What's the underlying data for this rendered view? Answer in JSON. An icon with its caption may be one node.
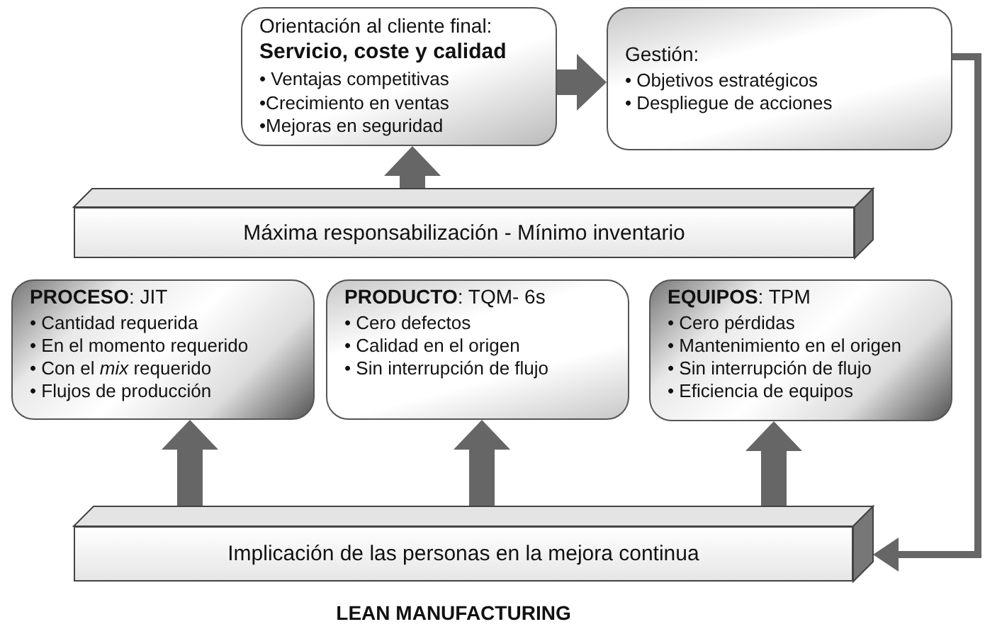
{
  "diagram": {
    "caption": "LEAN MANUFACTURING",
    "nodes": [
      {
        "text": [
          "Orientación al cliente final:",
          "Servicio, coste y calidad",
          "• Ventajas competitivas",
          "•Crecimiento en ventas",
          "•Mejoras en seguridad"
        ]
      },
      {
        "text": [
          "Gestión:",
          "• Objetivos estratégicos",
          "• Despliegue de acciones"
        ]
      },
      {
        "text": [
          "Máxima responsabilización - Mínimo inventario"
        ]
      },
      {
        "text": [
          "**PROCESO**: JIT",
          "• Cantidad requerida",
          "• En el momento requerido",
          "• Con el *mix* requerido",
          "• Flujos de producción"
        ]
      },
      {
        "text": [
          "**PRODUCTO**: TQM- 6s",
          "• Cero defectos",
          "• Calidad en el origen",
          "• Sin interrupción de flujo"
        ]
      },
      {
        "text": [
          "**EQUIPOS**: TPM",
          "• Cero pérdidas",
          "• Mantenimiento en el origen",
          "• Sin interrupción de flujo",
          "• Eficiencia de equipos"
        ]
      },
      {
        "text": [
          "Implicación de las personas en la mejora continua"
        ]
      }
    ],
    "edges": [
      {
        "from": 0,
        "to": 1,
        "arrow": "to"
      },
      {
        "from": 2,
        "to": 0,
        "arrow": "to"
      },
      {
        "from": 6,
        "to": 3,
        "arrow": "to"
      },
      {
        "from": 6,
        "to": 4,
        "arrow": "to"
      },
      {
        "from": 6,
        "to": 5,
        "arrow": "to"
      },
      {
        "from": 1,
        "to": 6,
        "arrow": "to"
      }
    ]
  }
}
